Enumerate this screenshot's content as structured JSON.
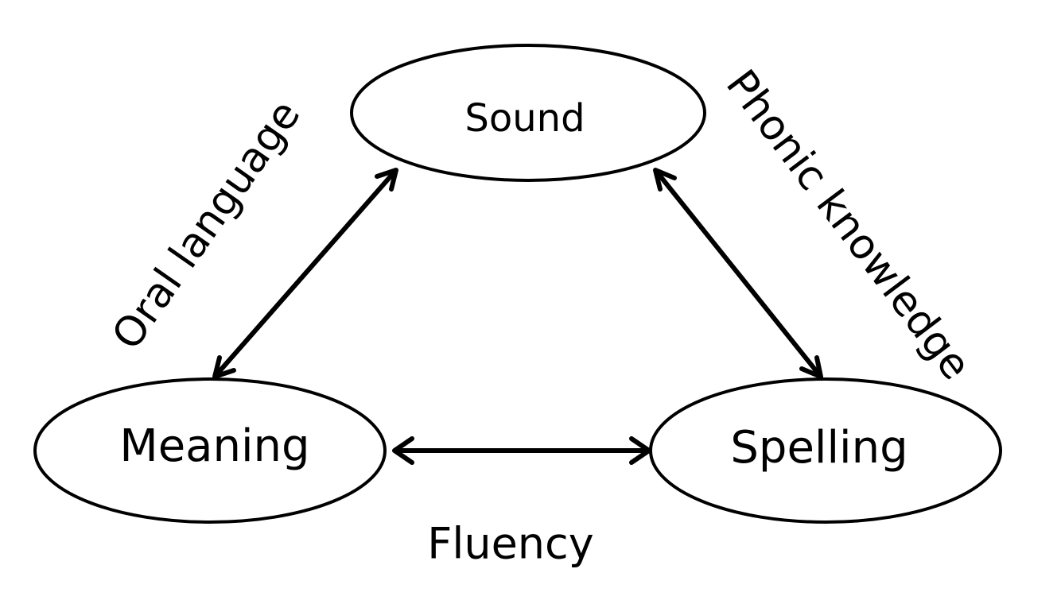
{
  "nodes": {
    "sound": {
      "label": "Sound"
    },
    "meaning": {
      "label": "Meaning"
    },
    "spelling": {
      "label": "Spelling"
    }
  },
  "edges": {
    "oral_language": {
      "label": "Oral language",
      "from": "Sound",
      "to": "Meaning",
      "direction": "bidirectional"
    },
    "phonic_knowledge": {
      "label": "Phonic knowledge",
      "from": "Sound",
      "to": "Spelling",
      "direction": "bidirectional"
    },
    "fluency": {
      "label": "Fluency",
      "from": "Meaning",
      "to": "Spelling",
      "direction": "bidirectional"
    }
  },
  "colors": {
    "stroke": "#000000",
    "background": "#ffffff",
    "text": "#000000"
  }
}
